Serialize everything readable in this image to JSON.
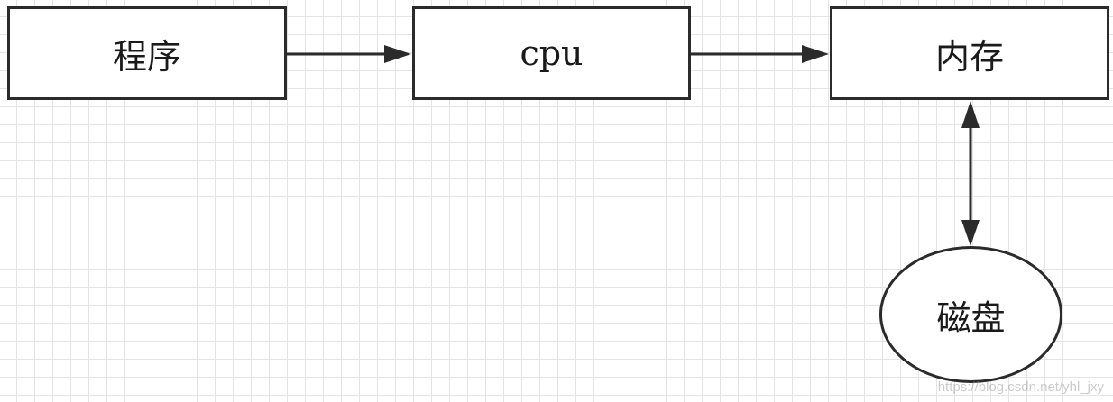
{
  "nodes": {
    "program": "程序",
    "cpu": "cpu",
    "memory": "内存",
    "disk": "磁盘"
  },
  "edges": [
    {
      "from": "program",
      "to": "cpu",
      "direction": "forward"
    },
    {
      "from": "cpu",
      "to": "memory",
      "direction": "forward"
    },
    {
      "from": "memory",
      "to": "disk",
      "direction": "both"
    }
  ],
  "watermark": "https://blog.csdn.net/yhl_jxy",
  "colors": {
    "stroke": "#2b2b2b",
    "grid": "#e4e4e4",
    "background": "#ffffff"
  }
}
